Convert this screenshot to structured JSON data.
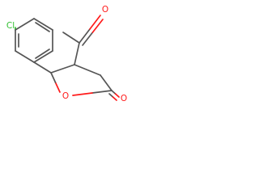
{
  "molecule": {
    "atom_labels": {
      "chlorine": "Cl",
      "ring_oxygen": "O",
      "carbonyl_oxygen_lactone": "O",
      "carbonyl_oxygen_acetyl": "O"
    },
    "colors": {
      "bond": "#555555",
      "chlorine": "#2fbf2f",
      "oxygen": "#ff1a1a"
    }
  }
}
